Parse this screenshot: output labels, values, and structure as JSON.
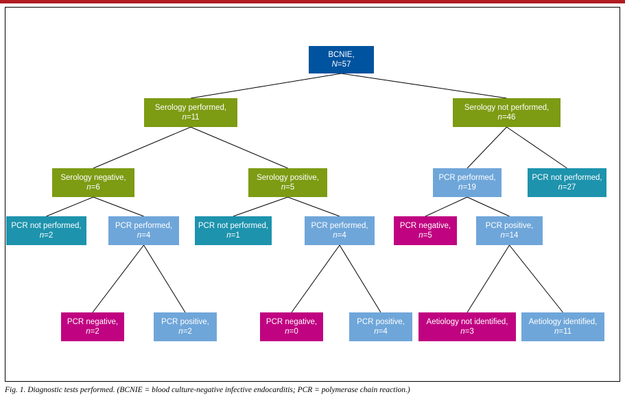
{
  "caption": {
    "text": "Fig. 1. Diagnostic tests performed. (BCNIE = blood culture-negative infective endocarditis; PCR = polymerase chain reaction.)"
  },
  "palette": {
    "dark_blue": "#00539f",
    "olive_green": "#7d9b13",
    "teal": "#1e93ad",
    "light_blue": "#6fa6d9",
    "magenta": "#c00381",
    "top_rule_red": "#b01c20"
  },
  "nodes": [
    {
      "id": "bcnie",
      "label": "BCNIE,",
      "n": "N",
      "value": "=57",
      "color": "dark_blue"
    },
    {
      "id": "serology-performed",
      "label": "Serology performed,",
      "n": "n",
      "value": "=11",
      "color": "olive_green"
    },
    {
      "id": "serology-not-performed",
      "label": "Serology not performed,",
      "n": "n",
      "value": "=46",
      "color": "olive_green"
    },
    {
      "id": "serology-negative",
      "label": "Serology negative,",
      "n": "n",
      "value": "=6",
      "color": "olive_green"
    },
    {
      "id": "serology-positive",
      "label": "Serology positive,",
      "n": "n",
      "value": "=5",
      "color": "olive_green"
    },
    {
      "id": "pcr-performed-19",
      "label": "PCR performed,",
      "n": "n",
      "value": "=19",
      "color": "light_blue"
    },
    {
      "id": "pcr-not-performed-27",
      "label": "PCR not performed,",
      "n": "n",
      "value": "=27",
      "color": "teal"
    },
    {
      "id": "pcr-not-performed-2",
      "label": "PCR not performed,",
      "n": "n",
      "value": "=2",
      "color": "teal"
    },
    {
      "id": "pcr-performed-4-left",
      "label": "PCR performed,",
      "n": "n",
      "value": "=4",
      "color": "light_blue"
    },
    {
      "id": "pcr-not-performed-1",
      "label": "PCR not performed,",
      "n": "n",
      "value": "=1",
      "color": "teal"
    },
    {
      "id": "pcr-performed-4-right",
      "label": "PCR performed,",
      "n": "n",
      "value": "=4",
      "color": "light_blue"
    },
    {
      "id": "pcr-negative-5",
      "label": "PCR negative,",
      "n": "n",
      "value": "=5",
      "color": "magenta"
    },
    {
      "id": "pcr-positive-14",
      "label": "PCR positive,",
      "n": "n",
      "value": "=14",
      "color": "light_blue"
    },
    {
      "id": "pcr-negative-2",
      "label": "PCR negative,",
      "n": "n",
      "value": "=2",
      "color": "magenta"
    },
    {
      "id": "pcr-positive-2",
      "label": "PCR positive,",
      "n": "n",
      "value": "=2",
      "color": "light_blue"
    },
    {
      "id": "pcr-negative-0",
      "label": "PCR negative,",
      "n": "n",
      "value": "=0",
      "color": "magenta"
    },
    {
      "id": "pcr-positive-4",
      "label": "PCR positive,",
      "n": "n",
      "value": "=4",
      "color": "light_blue"
    },
    {
      "id": "aetiology-not-identified",
      "label": "Aetiology not identified,",
      "n": "n",
      "value": "=3",
      "color": "magenta"
    },
    {
      "id": "aetiology-identified",
      "label": "Aetiology identified,",
      "n": "n",
      "value": "=11",
      "color": "light_blue"
    }
  ]
}
